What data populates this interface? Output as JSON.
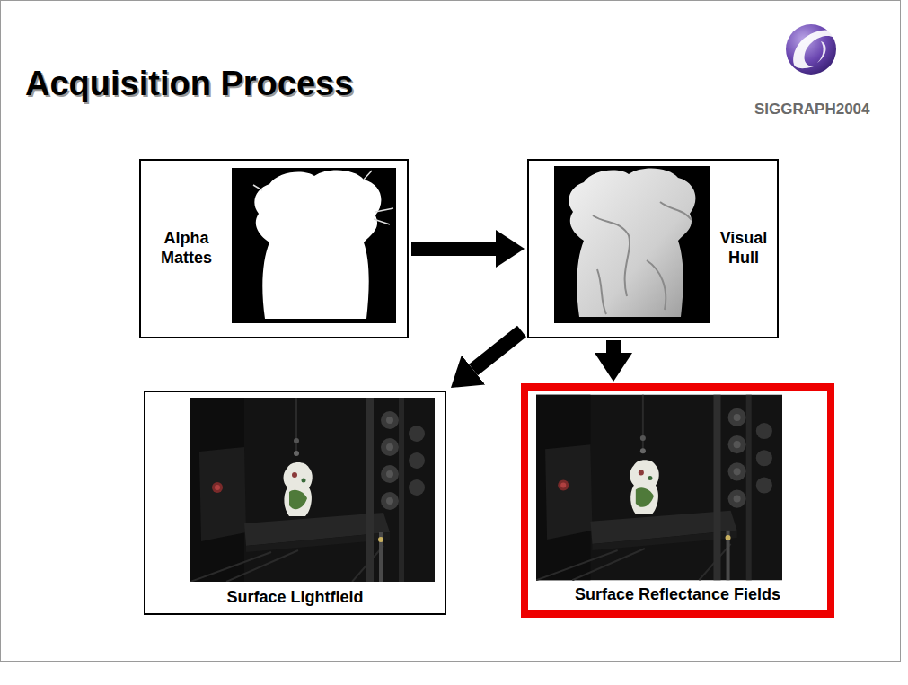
{
  "diagram": {
    "title": "Acquisition Process",
    "nodes": [
      {
        "text": [
          "Alpha Mattes"
        ]
      },
      {
        "text": [
          "Visual Hull"
        ]
      },
      {
        "text": [
          "Surface Lightfield"
        ]
      },
      {
        "text": [
          "Surface Reflectance Fields"
        ]
      }
    ],
    "edges": [
      {
        "from": 0,
        "to": 1,
        "arrow": "to"
      },
      {
        "from": 1,
        "to": 2,
        "arrow": "to"
      },
      {
        "from": 1,
        "to": 3,
        "arrow": "to"
      }
    ],
    "labels": [
      "SIGGRAPH2004"
    ]
  }
}
